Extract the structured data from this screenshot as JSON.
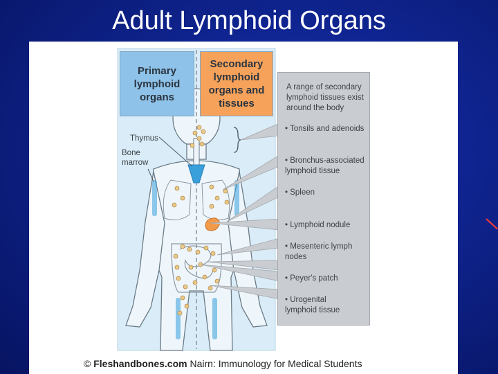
{
  "slide": {
    "title": "Adult Lymphoid Organs"
  },
  "figure": {
    "primary_box": "Primary\nlymphoid\norgans",
    "secondary_box": "Secondary\nlymphoid\norgans and\ntissues",
    "labels": {
      "thymus": "Thymus",
      "bone_marrow": "Bone\nmarrow"
    },
    "panel": {
      "intro": "A range of secondary lymphoid tissues exist around the body",
      "items": [
        "• Tonsils and adenoids",
        "• Bronchus-associated\n  lymphoid tissue",
        "• Spleen",
        "• Lymphoid nodule",
        "• Mesenteric lymph\n  nodes",
        "• Peyer's patch",
        "• Urogenital\n  lymphoid tissue"
      ]
    },
    "credit": {
      "symbol": "©",
      "brand": "Fleshandbones.com",
      "source": "Nairn: Immunology for Medical Students"
    }
  },
  "colors": {
    "background": "#0f2490",
    "body_panel": "#d9ecf7",
    "primary_box": "#8ec2e8",
    "secondary_box": "#f6a25a",
    "info_panel": "#c9ccd0",
    "thymus": "#3aa0dc",
    "spleen": "#f29a4a",
    "lymph_node": "#e9c98a"
  }
}
